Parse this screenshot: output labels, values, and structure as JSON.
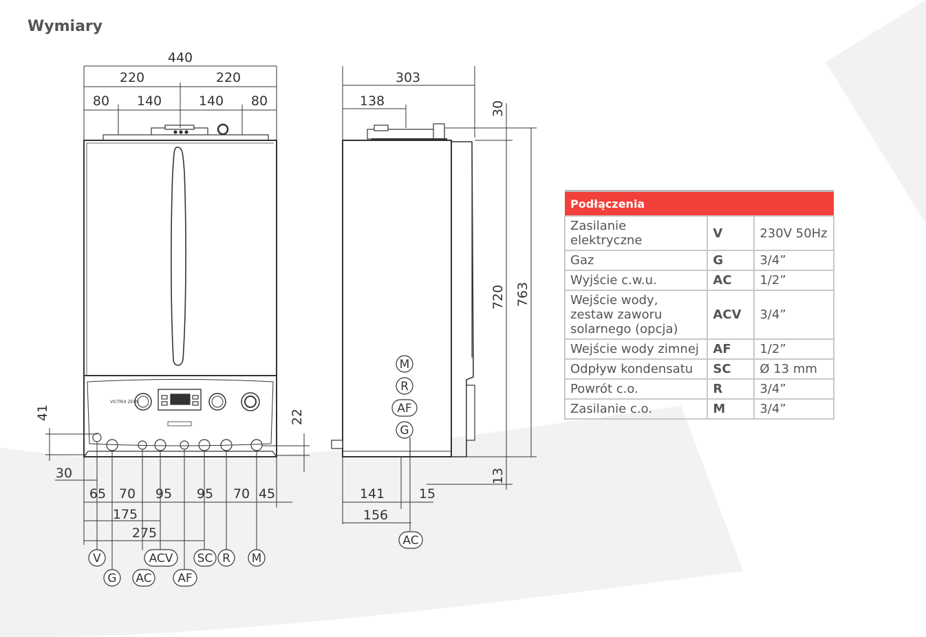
{
  "heading": "Wymiary",
  "dimensions": {
    "front_width_total": "440",
    "front_half_left": "220",
    "front_half_right": "220",
    "front_top_1": "80",
    "front_top_2": "140",
    "front_top_3": "140",
    "front_top_4": "80",
    "left_41": "41",
    "left_30": "30",
    "right_22": "22",
    "bottom_65": "65",
    "bottom_70a": "70",
    "bottom_95a": "95",
    "bottom_95b": "95",
    "bottom_70b": "70",
    "bottom_45": "45",
    "bottom_175": "175",
    "bottom_275": "275",
    "side_depth": "303",
    "side_138": "138",
    "side_30": "30",
    "side_720": "720",
    "side_763": "763",
    "side_13": "13",
    "side_141": "141",
    "side_15": "15",
    "side_156": "156"
  },
  "connection_tags": {
    "V": "V",
    "G": "G",
    "AC": "AC",
    "ACV": "ACV",
    "AF": "AF",
    "SC": "SC",
    "R": "R",
    "M": "M"
  },
  "table": {
    "header": "Podłączenia",
    "rows": [
      {
        "name": "Zasilanie elektryczne",
        "code": "V",
        "value": "230V 50Hz"
      },
      {
        "name": "Gaz",
        "code": "G",
        "value": "3/4”"
      },
      {
        "name": "Wyjście c.w.u.",
        "code": "AC",
        "value": "1/2”"
      },
      {
        "name": "Wejście wody, zestaw zaworu solarnego (opcja)",
        "code": "ACV",
        "value": "3/4”"
      },
      {
        "name": "Wejście wody zimnej",
        "code": "AF",
        "value": "1/2”"
      },
      {
        "name": "Odpływ kondensatu",
        "code": "SC",
        "value": "Ø 13 mm"
      },
      {
        "name": "Powrót c.o.",
        "code": "R",
        "value": "3/4”"
      },
      {
        "name": "Zasilanie c.o.",
        "code": "M",
        "value": "3/4”"
      }
    ]
  },
  "colors": {
    "accent": "#f2403a",
    "line": "#333333",
    "background_shape": "#f1f1f1"
  }
}
